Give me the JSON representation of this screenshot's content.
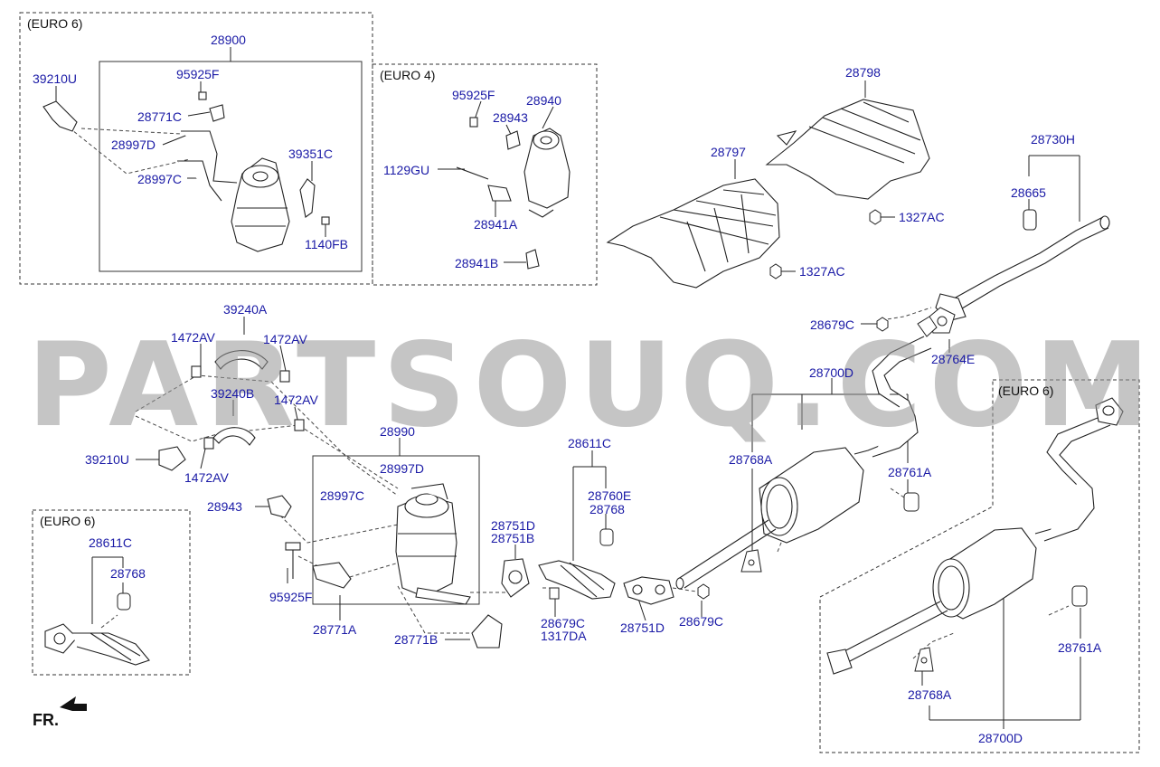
{
  "watermark": "PARTSOUQ.COM",
  "orientation": "FR.",
  "sections": {
    "euro6_top": "(EURO 6)",
    "euro4": "(EURO 4)",
    "euro6_left": "(EURO 6)",
    "euro6_right": "(EURO 6)"
  },
  "parts": [
    {
      "code": "28900"
    },
    {
      "code": "95925F"
    },
    {
      "code": "39210U"
    },
    {
      "code": "28771C"
    },
    {
      "code": "28997D"
    },
    {
      "code": "39351C"
    },
    {
      "code": "28997C"
    },
    {
      "code": "1140FB"
    },
    {
      "code": "95925F"
    },
    {
      "code": "28940"
    },
    {
      "code": "28943"
    },
    {
      "code": "1129GU"
    },
    {
      "code": "28941A"
    },
    {
      "code": "28941B"
    },
    {
      "code": "28798"
    },
    {
      "code": "28797"
    },
    {
      "code": "1327AC"
    },
    {
      "code": "1327AC"
    },
    {
      "code": "28730H"
    },
    {
      "code": "28665"
    },
    {
      "code": "28679C"
    },
    {
      "code": "28764E"
    },
    {
      "code": "39240A"
    },
    {
      "code": "1472AV"
    },
    {
      "code": "1472AV"
    },
    {
      "code": "39240B"
    },
    {
      "code": "1472AV"
    },
    {
      "code": "39210U"
    },
    {
      "code": "1472AV"
    },
    {
      "code": "28990"
    },
    {
      "code": "28997D"
    },
    {
      "code": "28997C"
    },
    {
      "code": "28943"
    },
    {
      "code": "95925F"
    },
    {
      "code": "28771A"
    },
    {
      "code": "28771B"
    },
    {
      "code": "28611C"
    },
    {
      "code": "28760E"
    },
    {
      "code": "28768"
    },
    {
      "code": "28751D"
    },
    {
      "code": "28751B"
    },
    {
      "code": "28679C"
    },
    {
      "code": "1317DA"
    },
    {
      "code": "28751D"
    },
    {
      "code": "28679C"
    },
    {
      "code": "28700D"
    },
    {
      "code": "28768A"
    },
    {
      "code": "28761A"
    },
    {
      "code": "28611C"
    },
    {
      "code": "28768"
    },
    {
      "code": "28761A"
    },
    {
      "code": "28768A"
    },
    {
      "code": "28700D"
    }
  ]
}
